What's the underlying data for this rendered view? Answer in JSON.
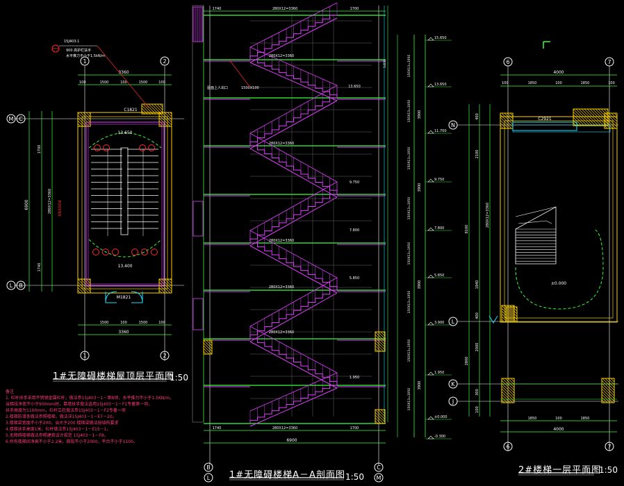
{
  "drawing": {
    "left_plan": {
      "title": "1#无障碍楼梯屋顶层平面图",
      "scale": "1:50",
      "axes_top": [
        "1",
        "2"
      ],
      "axes_bottom": [
        "1",
        "2"
      ],
      "axes_left": [
        "M",
        "C",
        "L",
        "B"
      ],
      "ref_note": [
        "15J403-1",
        "900 高护栏扶手",
        "水平推力不小于1.5kN/m"
      ],
      "dims_top": [
        "3360",
        "100",
        "1500",
        "100",
        "1500",
        "100"
      ],
      "dims_bottom": [
        "1500",
        "100",
        "1500",
        "100",
        "3360"
      ],
      "dims_left": [
        "6900",
        "1700",
        "280X12=3360",
        "1740",
        "100"
      ],
      "elevations": [
        "13.650",
        "13.400"
      ],
      "window": "C1821",
      "door": "M1821",
      "red_note": "X6X004"
    },
    "section": {
      "title": "1#无障碍楼梯A－A剖面图",
      "scale": "1:50",
      "axes_bottom": [
        "B",
        "L",
        "C",
        "M"
      ],
      "dims_top": [
        "1740",
        "280X12=3360",
        "1700"
      ],
      "dims_bottom": [
        "1740",
        "280X12=3360",
        "1700",
        "6900"
      ],
      "landing_label": "屋面上人出口",
      "parapet_dim": "1500X100",
      "levels": [
        "15.650",
        "13.650",
        "11.700",
        "9.750",
        "7.800",
        "5.850",
        "3.900",
        "1.950",
        "±0.000",
        "-0.300"
      ],
      "inner_levels": [
        "13.650",
        "9.750",
        "7.800",
        "5.850",
        "3.900",
        "1.950"
      ],
      "riser_dims": [
        "150X13=1950",
        "150X13=1950",
        "150X13=1950",
        "150X13=1950",
        "150X13=1950",
        "150X13=1950",
        "150X13=1950",
        "150X13=1950"
      ],
      "floor_dims": [
        "3900",
        "3900",
        "3900",
        "3900"
      ],
      "stair_dims": [
        "280X12=3360",
        "280X12=3360",
        "280X12=3360",
        "280X12=3360",
        "280X12=3360",
        "280X12=3360"
      ]
    },
    "right_plan": {
      "title": "2#楼梯一层平面图",
      "scale": "1:50",
      "axes_top": [
        "6",
        "7"
      ],
      "axes_bottom": [
        "6",
        "7"
      ],
      "axes_left": [
        "N",
        "L",
        "K",
        "J"
      ],
      "dims_top": [
        "4000",
        "100",
        "1850",
        "100",
        "1850",
        "100"
      ],
      "dims_bottom": [
        "1850",
        "100",
        "1850",
        "4000"
      ],
      "dims_left": [
        "400",
        "2100",
        "8100",
        "280X12=3360",
        "1940",
        "400",
        "2000",
        "2800",
        "300",
        "100"
      ],
      "window": "C2921",
      "elevation": "±0.000"
    },
    "notes": {
      "heading": "备注",
      "items": [
        "1. 栏杆扶手采用不锈钢金属栏杆，做法参15J403－1－第B项，水平推力不小于1.5KN/m，",
        "   当梯段净宽不小于900mm时，靠墙扶手做法选用15J403－1－F1专著第一项，",
        "   扶手高度为1100mm，栏杆立柱做法参15J403－1－F2专著一项",
        "2.楼梯防滑条做法参照楼梯，做法详15J403－1－E7－20。",
        "3.楼梯梁宽度不小于200，当大于200 楼梯梁做法按结构要求",
        "4.楼梯扶手高度1米，栏杆做法参15J403－1－E15－1。",
        "5.无障碍楼梯做法参照建筑设计规范 15J403－1－F8。",
        "6.所有楼梯间净高不小于2.2米，梯段不小于2000，平台不小于1100。"
      ]
    }
  }
}
